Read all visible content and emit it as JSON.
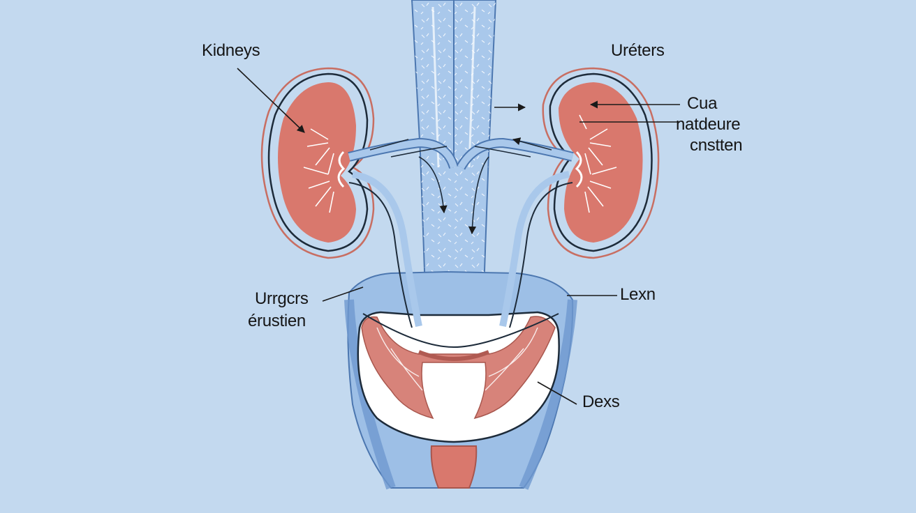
{
  "labels": {
    "kidneys": "Kidneys",
    "ureters": "Uréters",
    "cua_line1": "Cua",
    "cua_line2": "natdeure",
    "cua_line3": "cnstten",
    "urgers_line1": "Urrgcrs",
    "urgers_line2": "érustien",
    "lexn": "Lexn",
    "dexs": "Dexs"
  },
  "colors": {
    "background": "#c3d9ef",
    "tube": "#a9c8eb",
    "tube_outline": "#4c77b0",
    "kidney": "#d9786d",
    "kidney_outline": "#c86e62",
    "bladder_tissue": "#d7837a",
    "outline_dark": "#1d2b3a"
  }
}
